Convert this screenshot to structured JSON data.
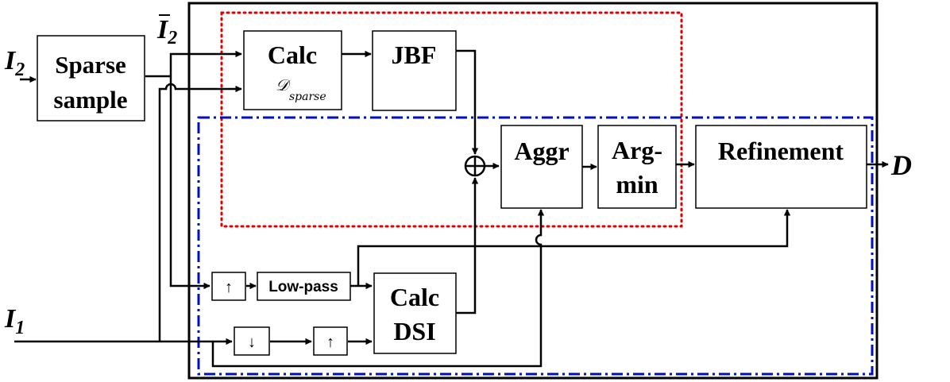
{
  "inputs": {
    "i2_base": "I",
    "i2_sub": "2",
    "i2bar_base": "I",
    "i2bar_sub": "2",
    "i1_base": "I",
    "i1_sub": "1",
    "output": "D"
  },
  "blocks": {
    "sparse_sample": [
      "Sparse",
      "sample"
    ],
    "calc_sparse_title": "Calc",
    "calc_sparse_symbol": "𝒟",
    "calc_sparse_symbol_sub": "sparse",
    "jbf": "JBF",
    "aggr": "Aggr",
    "argmin": [
      "Arg-",
      "min"
    ],
    "refinement": "Refinement",
    "upsample_top": "↑",
    "lowpass": "Low-pass",
    "calc_dsi": [
      "Calc",
      "DSI"
    ],
    "downsample": "↓",
    "upsample_bottom": "↑",
    "sum_symbol": "⊕"
  },
  "colors": {
    "sparse_region_border": "#e00000",
    "dense_region_border": "#0010c0",
    "lines": "#000000"
  }
}
